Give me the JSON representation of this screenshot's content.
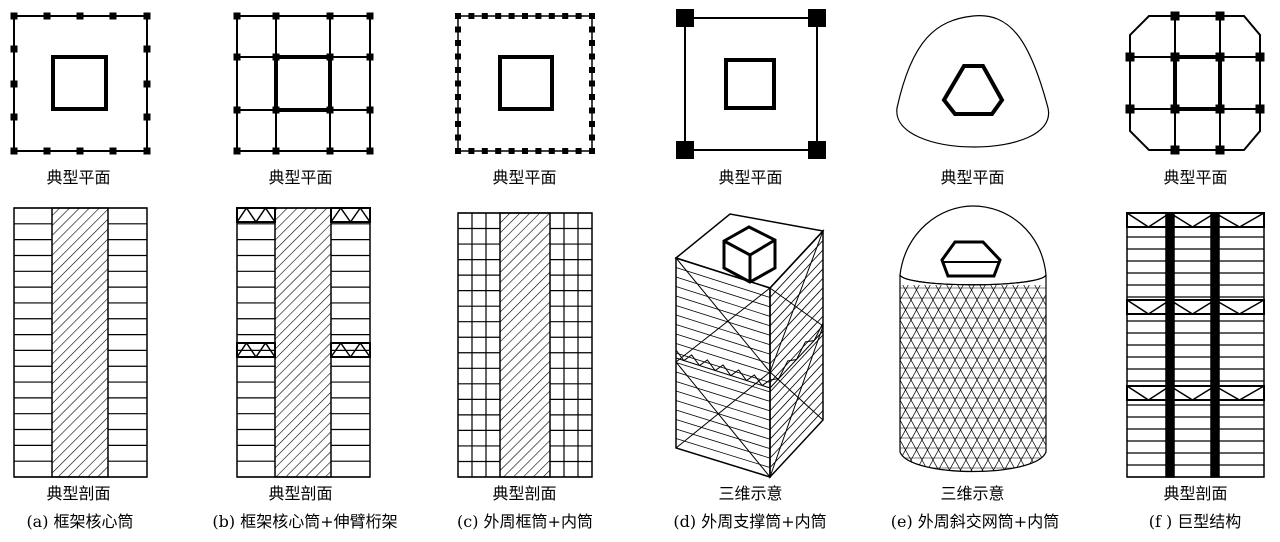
{
  "panels": [
    {
      "id": "a",
      "plan_label": "典型平面",
      "section_label": "典型剖面",
      "caption": "(a) 框架核心筒"
    },
    {
      "id": "b",
      "plan_label": "典型平面",
      "section_label": "典型剖面",
      "caption": "(b) 框架核心筒+伸臂桁架"
    },
    {
      "id": "c",
      "plan_label": "典型平面",
      "section_label": "典型剖面",
      "caption": "(c) 外周框筒+内筒"
    },
    {
      "id": "d",
      "plan_label": "典型平面",
      "section_label": "三维示意",
      "caption": "(d) 外周支撑筒+内筒"
    },
    {
      "id": "e",
      "plan_label": "典型平面",
      "section_label": "三维示意",
      "caption": "(e) 外周斜交网筒+内筒"
    },
    {
      "id": "f",
      "plan_label": "典型平面",
      "section_label": "典型剖面",
      "caption": "(f ) 巨型结构"
    }
  ],
  "colors": {
    "stroke": "#000000",
    "fill": "#ffffff"
  }
}
